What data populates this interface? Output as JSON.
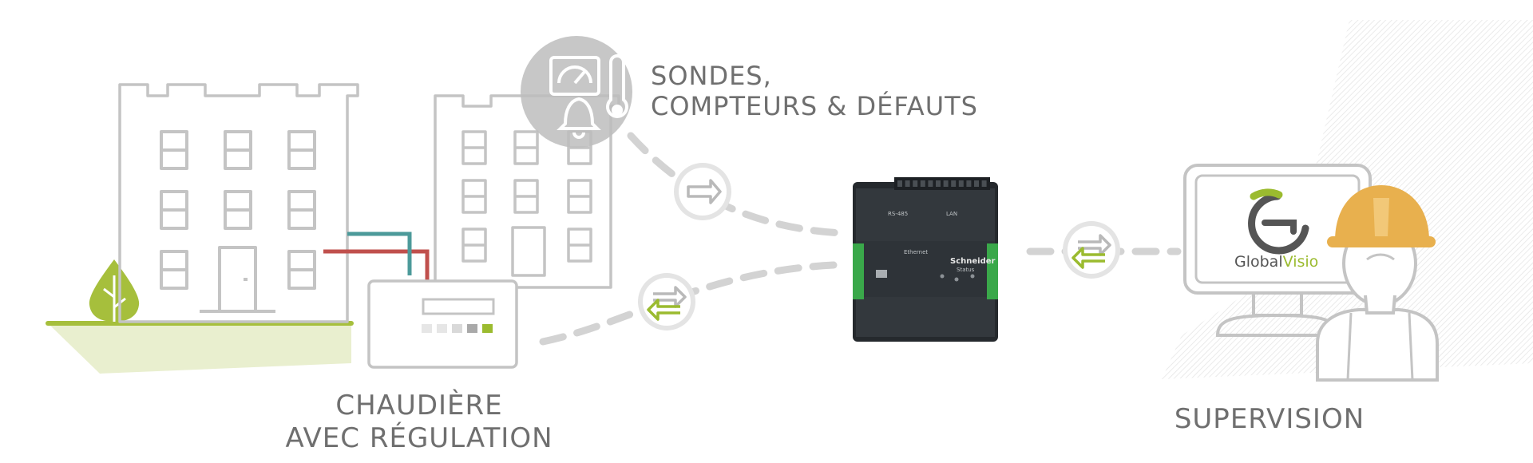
{
  "labels": {
    "sensors": [
      "SONDES,",
      "COMPTEURS & DÉFAUTS"
    ],
    "boiler": [
      "CHAUDIÈRE",
      "AVEC RÉGULATION"
    ],
    "supervision": "SUPERVISION"
  },
  "controller": {
    "brand": "Schneider",
    "port_labels": [
      "RS-485",
      "LAN",
      "Ethernet",
      "Status"
    ]
  },
  "software_logo": {
    "text_part1": "Global",
    "text_part2": "Visio"
  },
  "colors": {
    "outline": "#c4c4c4",
    "caption": "#6f6f6f",
    "accent_green": "#9bbb2f",
    "ground": "#e9efcf",
    "pipe_red": "#c0504d",
    "pipe_teal": "#4c9a9a",
    "helmet": "#e8b04e",
    "device_body": "#2b2f33",
    "device_green": "#3aa84a"
  },
  "icons": [
    "tree-icon",
    "gauge-icon",
    "bell-icon",
    "thermometer-icon",
    "arrow-right-icon",
    "arrows-exchange-icon",
    "worker-icon",
    "monitor-icon"
  ]
}
